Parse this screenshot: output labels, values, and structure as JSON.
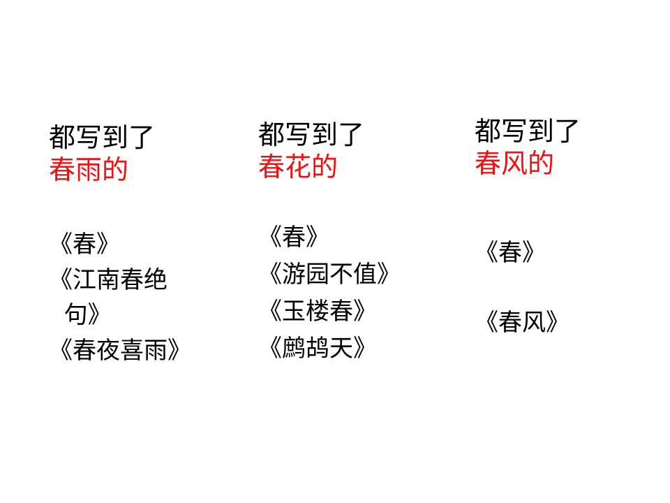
{
  "slide": {
    "columns": [
      {
        "heading_line1": "都写到了",
        "heading_line2": "春雨的",
        "poems": [
          "《春》",
          "《江南春绝\n  句》",
          "《春夜喜雨》"
        ]
      },
      {
        "heading_line1": "都写到了",
        "heading_line2": "春花的",
        "poems": [
          "《春》",
          "《游园不值》",
          "《玉楼春》",
          "《鹧鸪天》"
        ]
      },
      {
        "heading_line1": "都写到了",
        "heading_line2": "春风的",
        "poems": [
          "《春》",
          "《春风》"
        ]
      }
    ]
  },
  "colors": {
    "highlight": "#ee1111",
    "text": "#000000",
    "background": "#ffffff"
  }
}
